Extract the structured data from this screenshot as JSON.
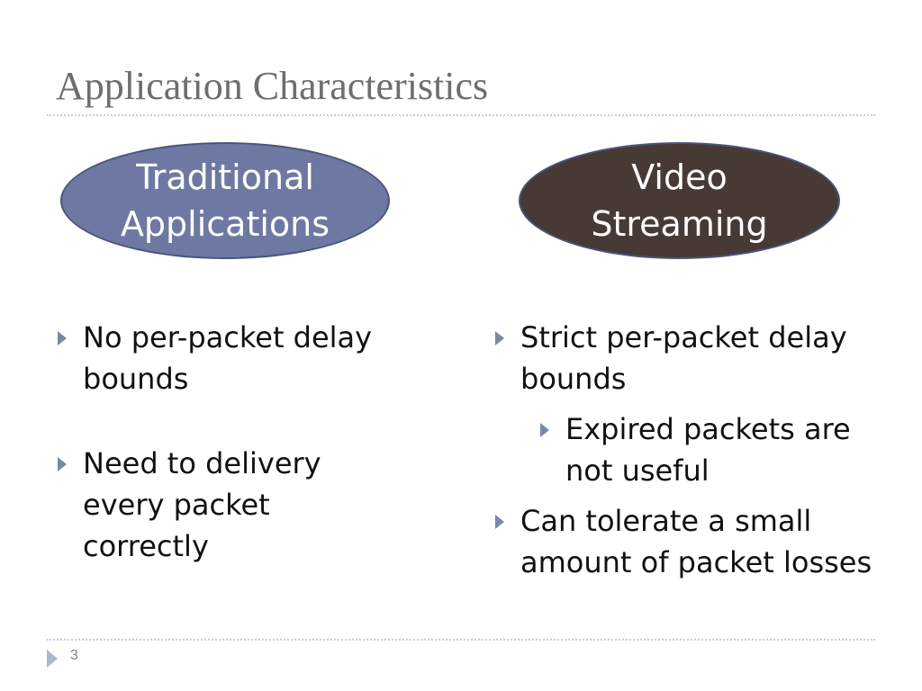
{
  "slide": {
    "title": "Application Characteristics",
    "page_number": "3"
  },
  "left": {
    "oval_label": "Traditional\nApplications",
    "bullets": [
      "No per-packet delay bounds",
      "Need to delivery every packet correctly"
    ]
  },
  "right": {
    "oval_label": "Video\nStreaming",
    "bullets": [
      "Strict per-packet delay bounds",
      "Can tolerate a small amount of packet losses"
    ],
    "sub_bullets": [
      "Expired packets are not useful"
    ]
  },
  "colors": {
    "left_oval": "#6e79a3",
    "right_oval": "#473a35",
    "title": "#6e6e6e",
    "bullet_arrow": "#7a88a8"
  },
  "icons": {
    "bullet": "triangle-right-icon",
    "footer": "triangle-right-icon"
  }
}
